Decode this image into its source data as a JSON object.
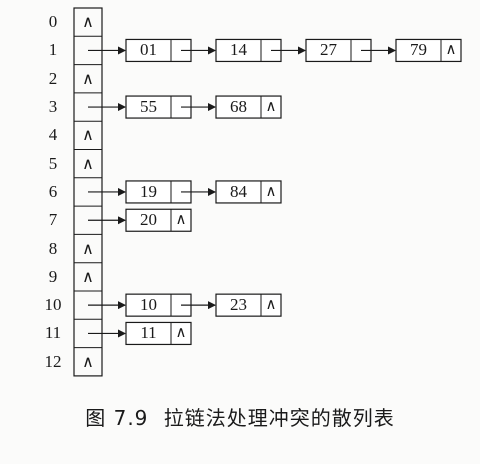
{
  "null_symbol": "∧",
  "table": [
    {
      "index": "0",
      "chain": []
    },
    {
      "index": "1",
      "chain": [
        "01",
        "14",
        "27",
        "79"
      ]
    },
    {
      "index": "2",
      "chain": []
    },
    {
      "index": "3",
      "chain": [
        "55",
        "68"
      ]
    },
    {
      "index": "4",
      "chain": []
    },
    {
      "index": "5",
      "chain": []
    },
    {
      "index": "6",
      "chain": [
        "19",
        "84"
      ]
    },
    {
      "index": "7",
      "chain": [
        "20"
      ]
    },
    {
      "index": "8",
      "chain": []
    },
    {
      "index": "9",
      "chain": []
    },
    {
      "index": "10",
      "chain": [
        "10",
        "23"
      ]
    },
    {
      "index": "11",
      "chain": [
        "11"
      ]
    },
    {
      "index": "12",
      "chain": []
    }
  ],
  "caption": {
    "label": "图 7.9",
    "title": "拉链法处理冲突的散列表"
  }
}
